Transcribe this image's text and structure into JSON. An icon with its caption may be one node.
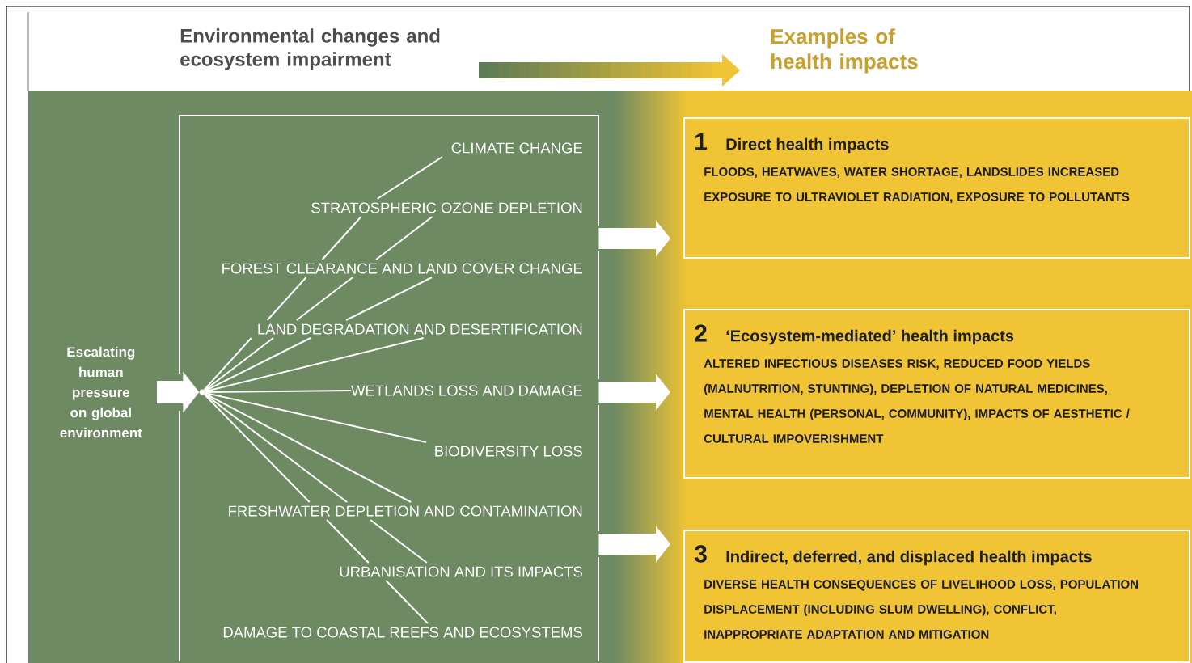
{
  "diagram": {
    "nodes": [
      {
        "text": [
          "Environmental changes and ecosystem impairment"
        ]
      },
      {
        "text": [
          "Examples of health impacts"
        ]
      },
      {
        "text": [
          "Escalating human pressure on global environment"
        ]
      },
      {
        "text": [],
        "shape": "box"
      },
      {
        "text": [],
        "shape": "circle",
        "in": 3
      },
      {
        "text": [
          "CLIMATE CHANGE"
        ],
        "in": 3
      },
      {
        "text": [
          "STRATOSPHERIC OZONE DEPLETION"
        ],
        "in": 3
      },
      {
        "text": [
          "FOREST CLEARANCE AND LAND COVER CHANGE"
        ],
        "in": 3
      },
      {
        "text": [
          "LAND DEGRADATION AND DESERTIFICATION"
        ],
        "in": 3
      },
      {
        "text": [
          "WETLANDS LOSS AND DAMAGE"
        ],
        "in": 3
      },
      {
        "text": [
          "BIODIVERSITY LOSS"
        ],
        "in": 3
      },
      {
        "text": [
          "FRESHWATER DEPLETION AND CONTAMINATION"
        ],
        "in": 3
      },
      {
        "text": [
          "URBANISATION AND ITS IMPACTS"
        ],
        "in": 3
      },
      {
        "text": [
          "DAMAGE TO COASTAL REEFS AND ECOSYSTEMS"
        ],
        "in": 3
      },
      {
        "text": [
          "1",
          "Direct health impacts",
          "FLOODS, HEATWAVES, WATER SHORTAGE, LANDSLIDES INCREASED EXPOSURE TO ULTRAVIOLET RADIATION, EXPOSURE TO POLLUTANTS"
        ]
      },
      {
        "text": [
          "2",
          "‘Ecosystem-mediated’ health impacts",
          "ALTERED INFECTIOUS DISEASES RISK, REDUCED FOOD YIELDS (MALNUTRITION, STUNTING), DEPLETION OF NATURAL MEDICINES, MENTAL HEALTH (PERSONAL, COMMUNITY), IMPACTS OF AESTHETIC / CULTURAL IMPOVERISHMENT"
        ]
      },
      {
        "text": [
          "3",
          "Indirect, deferred, and displaced health impacts",
          "DIVERSE HEALTH CONSEQUENCES OF LIVELIHOOD LOSS, POPULATION DISPLACEMENT (INCLUDING SLUM DWELLING), CONFLICT, INAPPROPRIATE ADAPTATION AND MITIGATION"
        ]
      }
    ],
    "edges": [
      {
        "from": 0,
        "to": 1,
        "arrow": "to",
        "style": "thick"
      },
      {
        "from": 2,
        "to": 4,
        "arrow": "to",
        "style": "thick"
      },
      {
        "from": 4,
        "to": 8,
        "arrow": "none"
      },
      {
        "from": 4,
        "to": 8,
        "arrow": "none"
      },
      {
        "from": 4,
        "to": 8,
        "arrow": "none"
      },
      {
        "from": 4,
        "to": 8,
        "arrow": "none"
      },
      {
        "from": 4,
        "to": 9,
        "arrow": "none"
      },
      {
        "from": 4,
        "to": 10,
        "arrow": "none"
      },
      {
        "from": 4,
        "to": 11,
        "arrow": "none"
      },
      {
        "from": 4,
        "to": 11,
        "arrow": "none"
      },
      {
        "from": 4,
        "to": 11,
        "arrow": "none"
      },
      {
        "from": 8,
        "to": 7,
        "arrow": "none"
      },
      {
        "from": 8,
        "to": 7,
        "arrow": "none"
      },
      {
        "from": 8,
        "to": 7,
        "arrow": "none"
      },
      {
        "from": 7,
        "to": 6,
        "arrow": "none"
      },
      {
        "from": 7,
        "to": 6,
        "arrow": "none"
      },
      {
        "from": 6,
        "to": 5,
        "arrow": "none"
      },
      {
        "from": 11,
        "to": 12,
        "arrow": "none"
      },
      {
        "from": 11,
        "to": 12,
        "arrow": "none"
      },
      {
        "from": 12,
        "to": 13,
        "arrow": "none"
      },
      {
        "from": 3,
        "to": 14,
        "arrow": "to",
        "style": "thick"
      },
      {
        "from": 3,
        "to": 15,
        "arrow": "to",
        "style": "thick"
      },
      {
        "from": 3,
        "to": 16,
        "arrow": "to",
        "style": "thick"
      }
    ]
  }
}
